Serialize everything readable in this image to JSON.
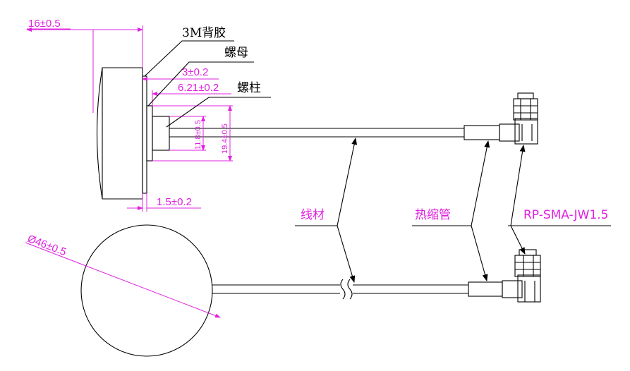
{
  "dimensions": {
    "height": "16±0.5",
    "backing_thickness": "3±0.2",
    "nut_offset": "6.21±0.2",
    "stud_dia": "11.8±0.5",
    "nut_dia": "19.4±0.5",
    "flange": "1.5±0.2",
    "diameter": "Ø46±0.5"
  },
  "labels": {
    "adhesive": "3M背胶",
    "nut": "螺母",
    "stud": "螺柱",
    "cable": "线材",
    "heat_shrink": "热缩管",
    "connector": "RP-SMA-JW1.5"
  },
  "colors": {
    "dimension": "#e020e0",
    "outline": "#000000"
  }
}
